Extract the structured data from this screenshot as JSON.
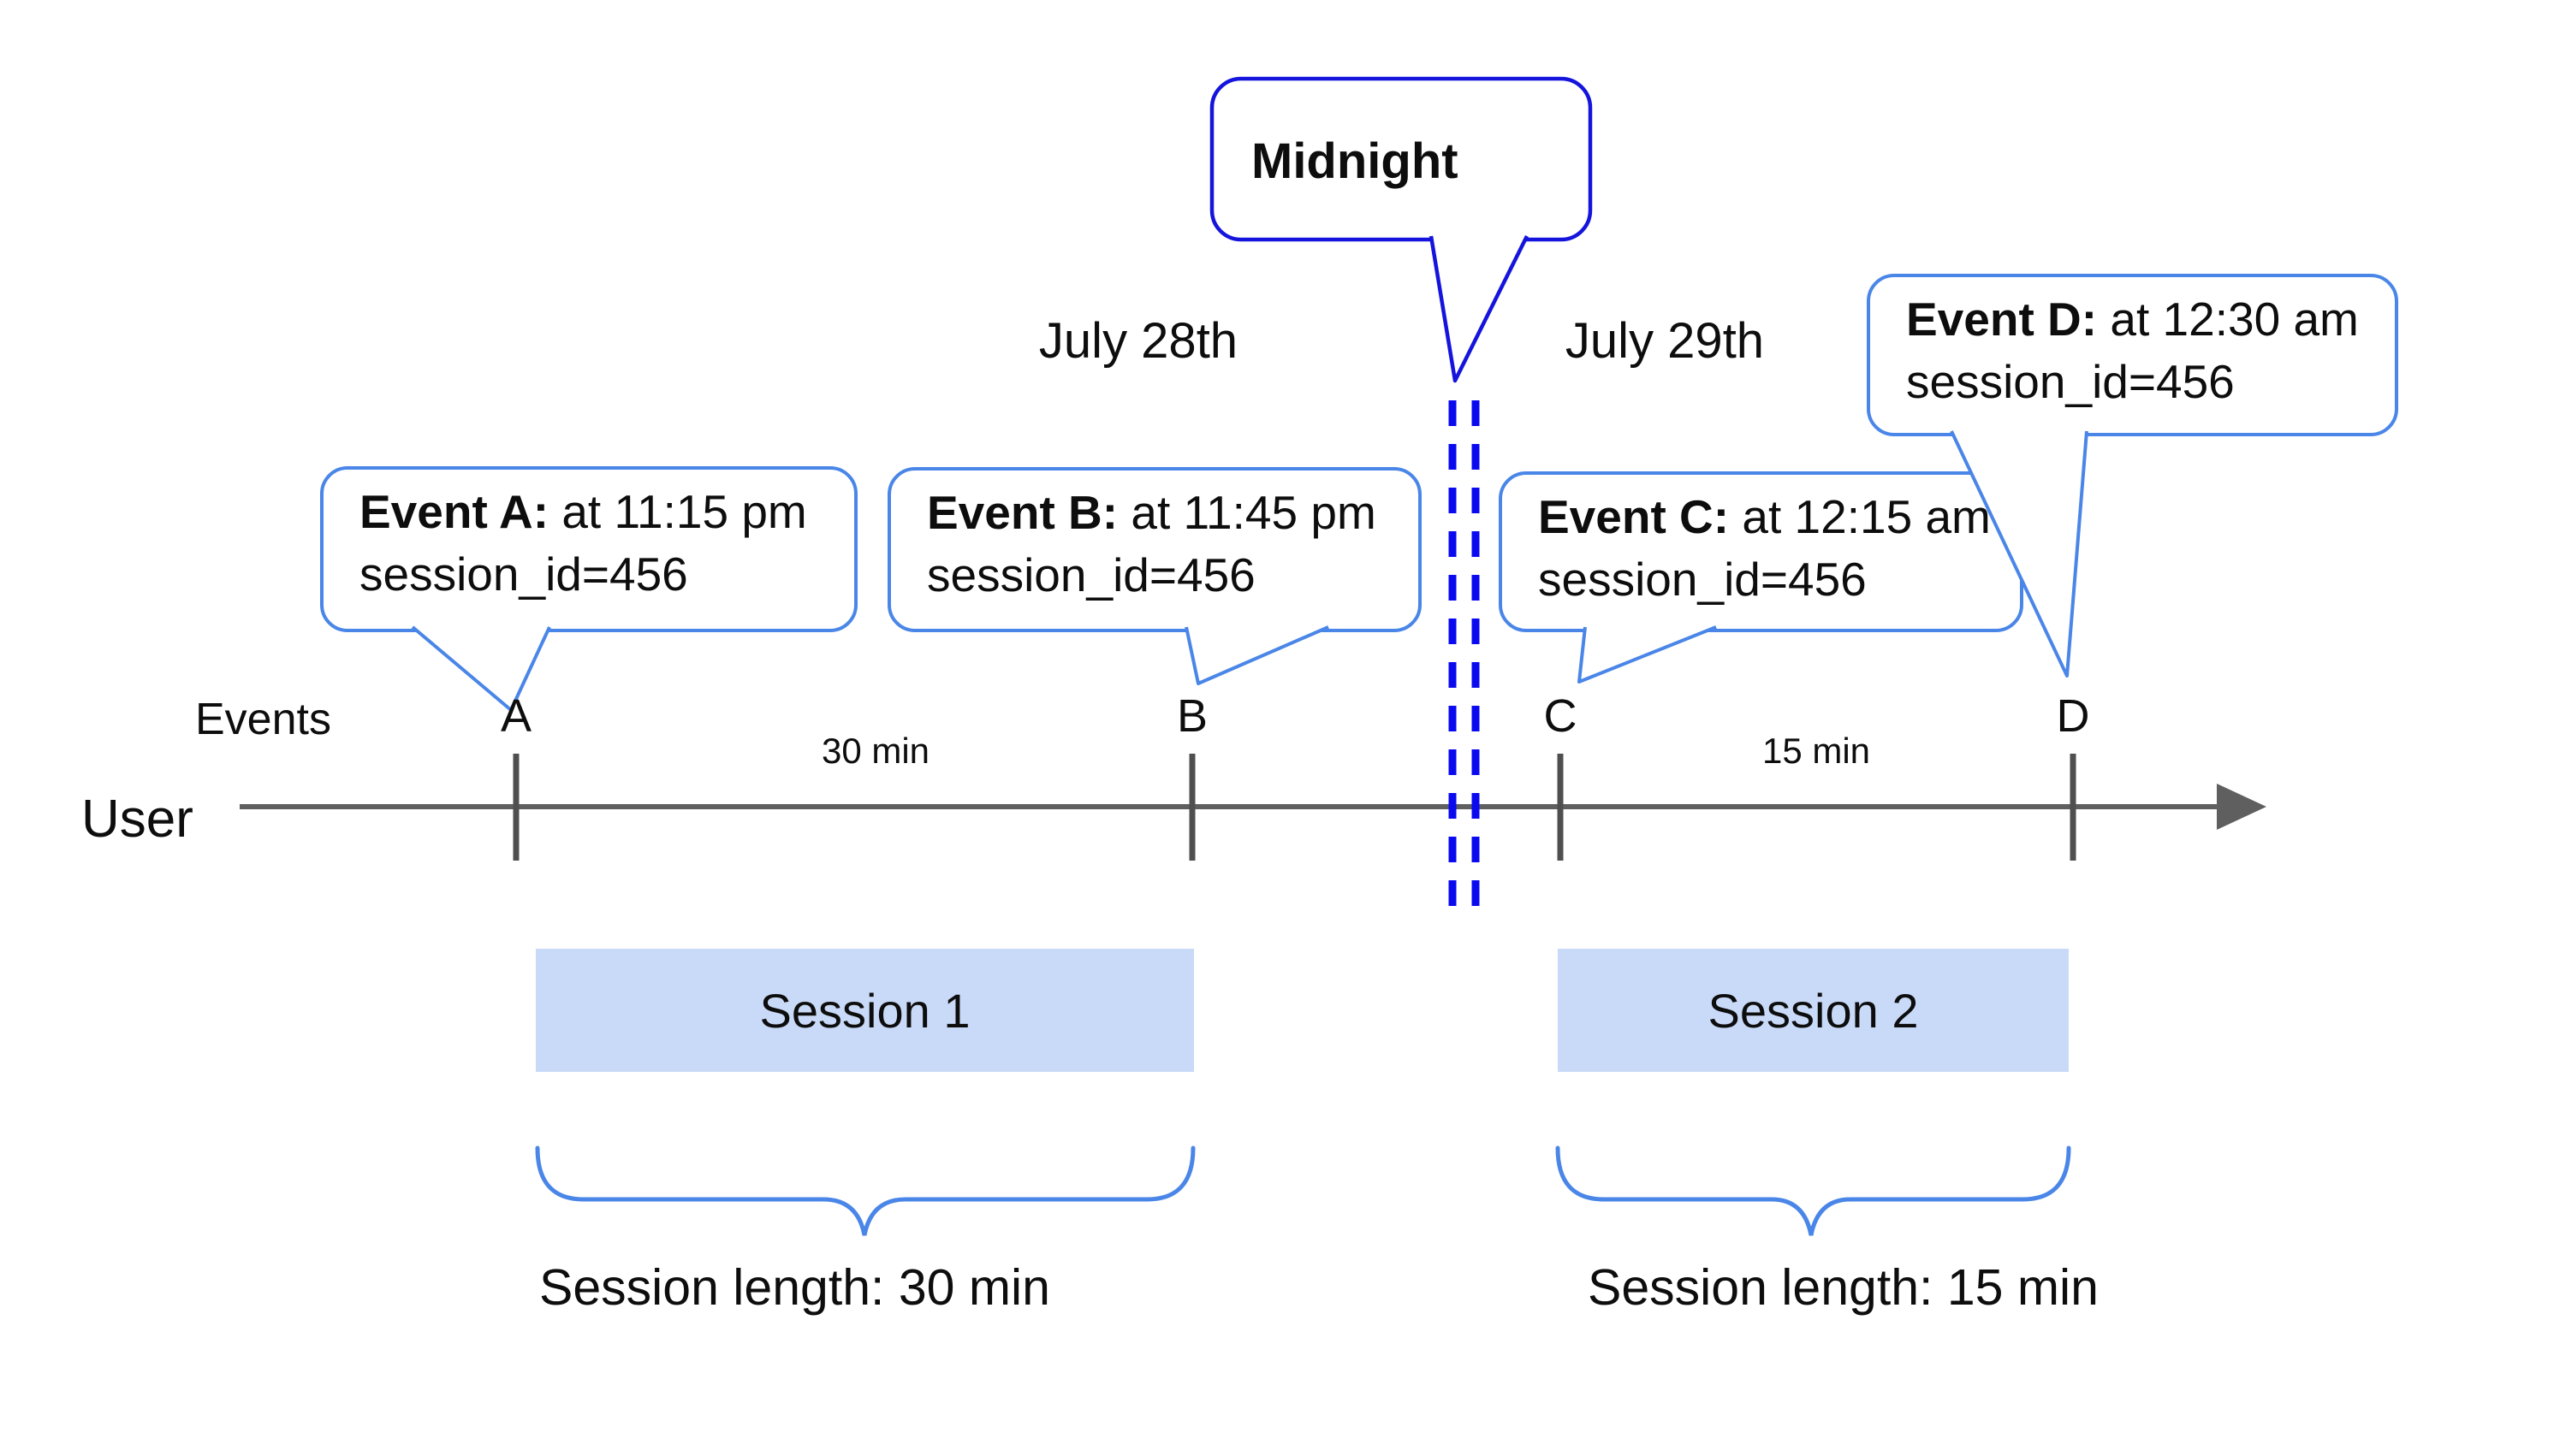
{
  "diagram_title_none": "",
  "colors": {
    "background": "#ffffff",
    "callout_border": "#4a86e8",
    "midnight_border": "#1414dd",
    "dash_line": "#0a0af0",
    "timeline_line": "#5f5f5f",
    "tick_mark": "#4f4f4f",
    "session_fill": "#c9daf8",
    "brace": "#4a86e8",
    "text": "#0d0d0d"
  },
  "timeline": {
    "user_label": "User",
    "events_label": "Events",
    "arrow_icon": "right-arrow-icon"
  },
  "dates": {
    "left": "July 28th",
    "right": "July 29th"
  },
  "midnight": {
    "label": "Midnight"
  },
  "events": [
    {
      "letter": "A",
      "callout_bold": "Event A:",
      "callout_time": " at 11:15 pm",
      "callout_session": "session_id=456"
    },
    {
      "letter": "B",
      "callout_bold": "Event B:",
      "callout_time": " at 11:45 pm",
      "callout_session": "session_id=456"
    },
    {
      "letter": "C",
      "callout_bold": "Event C:",
      "callout_time": " at 12:15 am",
      "callout_session": "session_id=456"
    },
    {
      "letter": "D",
      "callout_bold": "Event D:",
      "callout_time": " at 12:30 am",
      "callout_session": "session_id=456"
    }
  ],
  "intervals": [
    {
      "label": "30 min"
    },
    {
      "label": "15 min"
    }
  ],
  "sessions": [
    {
      "label": "Session 1",
      "length_label": "Session length: 30 min"
    },
    {
      "label": "Session 2",
      "length_label": "Session length: 15 min"
    }
  ]
}
